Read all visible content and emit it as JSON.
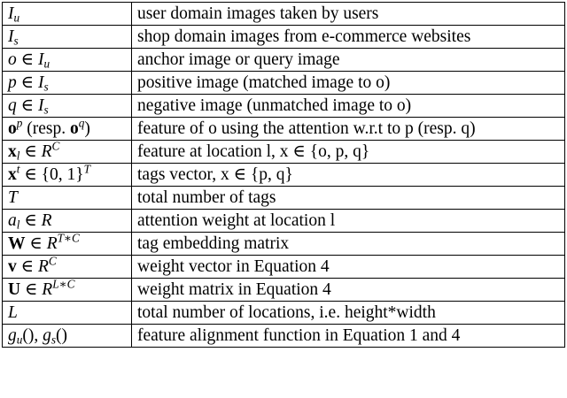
{
  "table": {
    "rows": [
      {
        "description": "user domain images taken by users"
      },
      {
        "description": "shop domain images from e-commerce websites"
      },
      {
        "description": "anchor image or query image"
      },
      {
        "description": "positive image (matched image to o)"
      },
      {
        "description": "negative image (unmatched image to o)"
      },
      {
        "description": "feature of o using the attention w.r.t to p (resp. q)"
      },
      {
        "description": "feature at location l, x ∈ {o, p, q}"
      },
      {
        "description": "tags vector, x ∈ {p, q}"
      },
      {
        "description": "total number of tags"
      },
      {
        "description": "attention weight at location l"
      },
      {
        "description": "tag embedding matrix"
      },
      {
        "description": "weight vector in Equation 4"
      },
      {
        "description": "weight matrix in Equation 4"
      },
      {
        "description": "total number of locations, i.e. height*width"
      },
      {
        "description": "feature alignment function in Equation 1 and 4"
      }
    ]
  }
}
